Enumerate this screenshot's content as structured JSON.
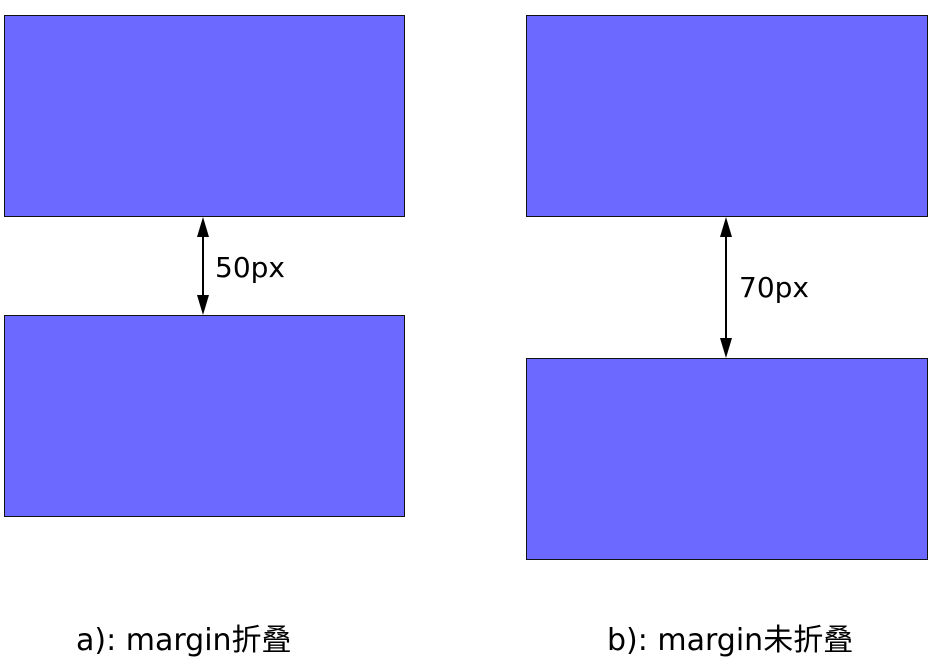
{
  "panel_a": {
    "gap_label": "50px",
    "caption": "a): margin折叠"
  },
  "panel_b": {
    "gap_label": "70px",
    "caption": "b): margin未折叠"
  },
  "colors": {
    "box_fill": "#6b69ff",
    "box_border": "#111111",
    "arrow": "#000000"
  }
}
